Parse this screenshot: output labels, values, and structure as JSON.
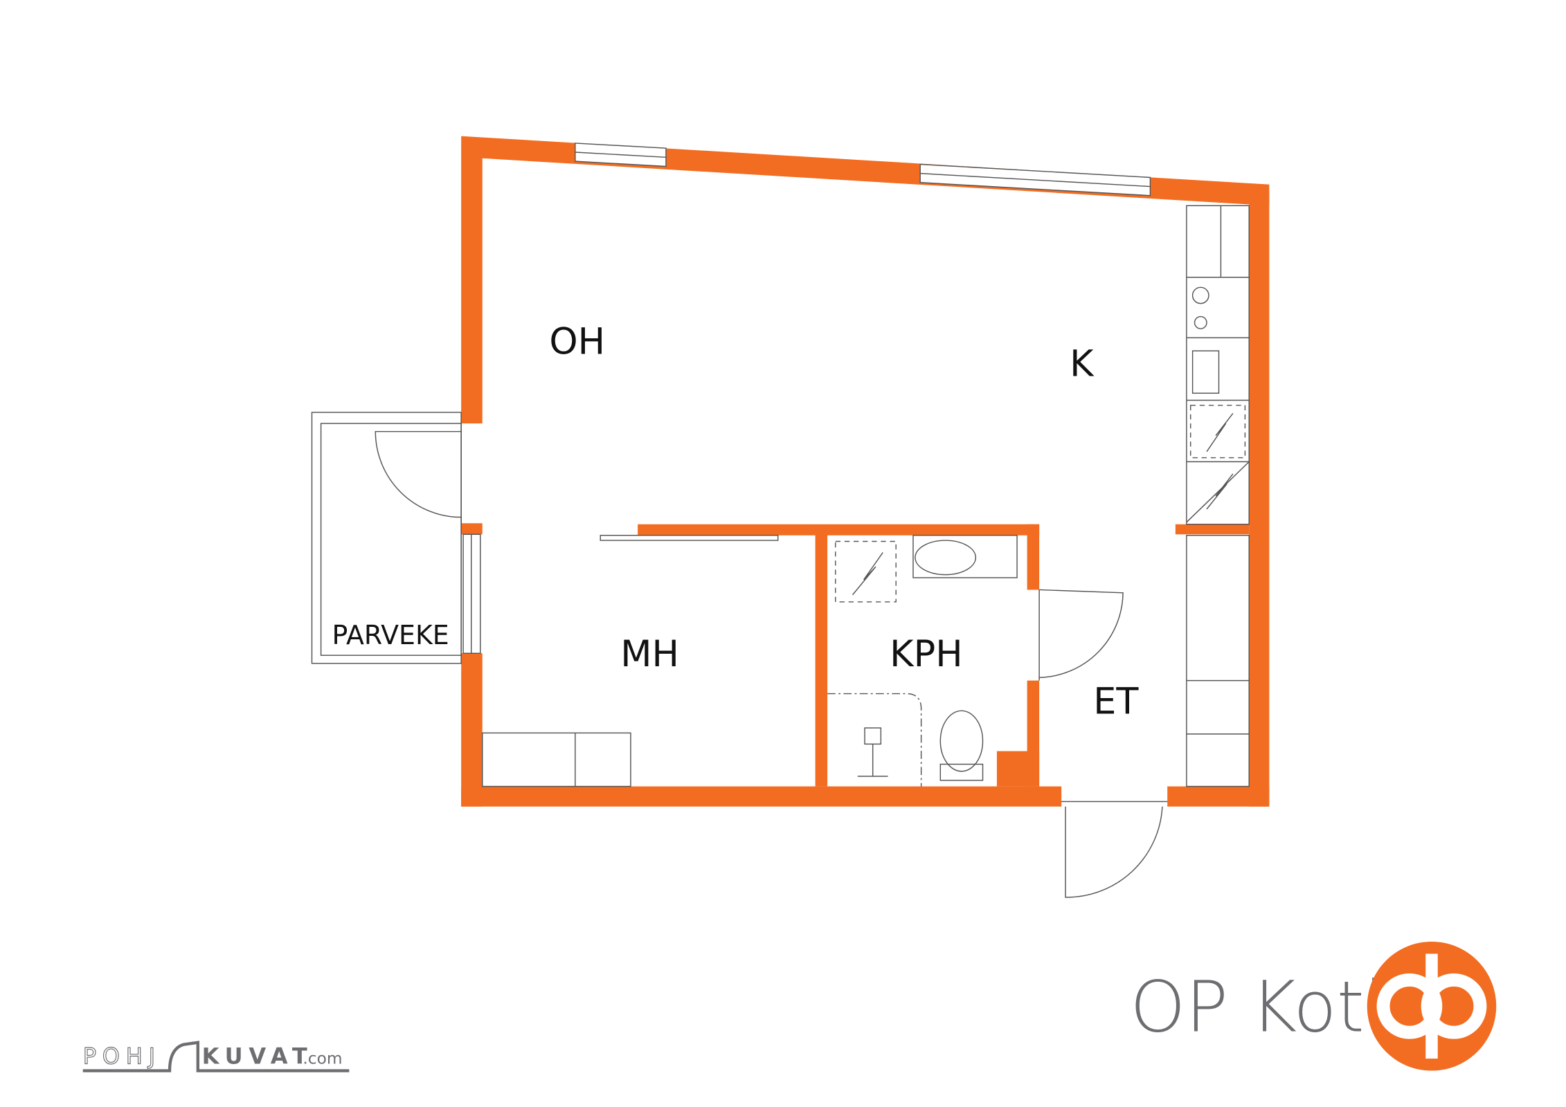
{
  "floorplan": {
    "rooms": {
      "living_room": "OH",
      "kitchen": "K",
      "bedroom": "MH",
      "bathroom": "KPH",
      "hall": "ET",
      "balcony": "PARVEKE"
    }
  },
  "branding": {
    "logo_text": "OP Koti",
    "watermark": {
      "part1": "POHJ",
      "part2": "KUVAT",
      "suffix": ".com"
    }
  },
  "colors": {
    "wall": "#f26d21",
    "line": "#555555",
    "brand_gray": "#6d6e71"
  }
}
